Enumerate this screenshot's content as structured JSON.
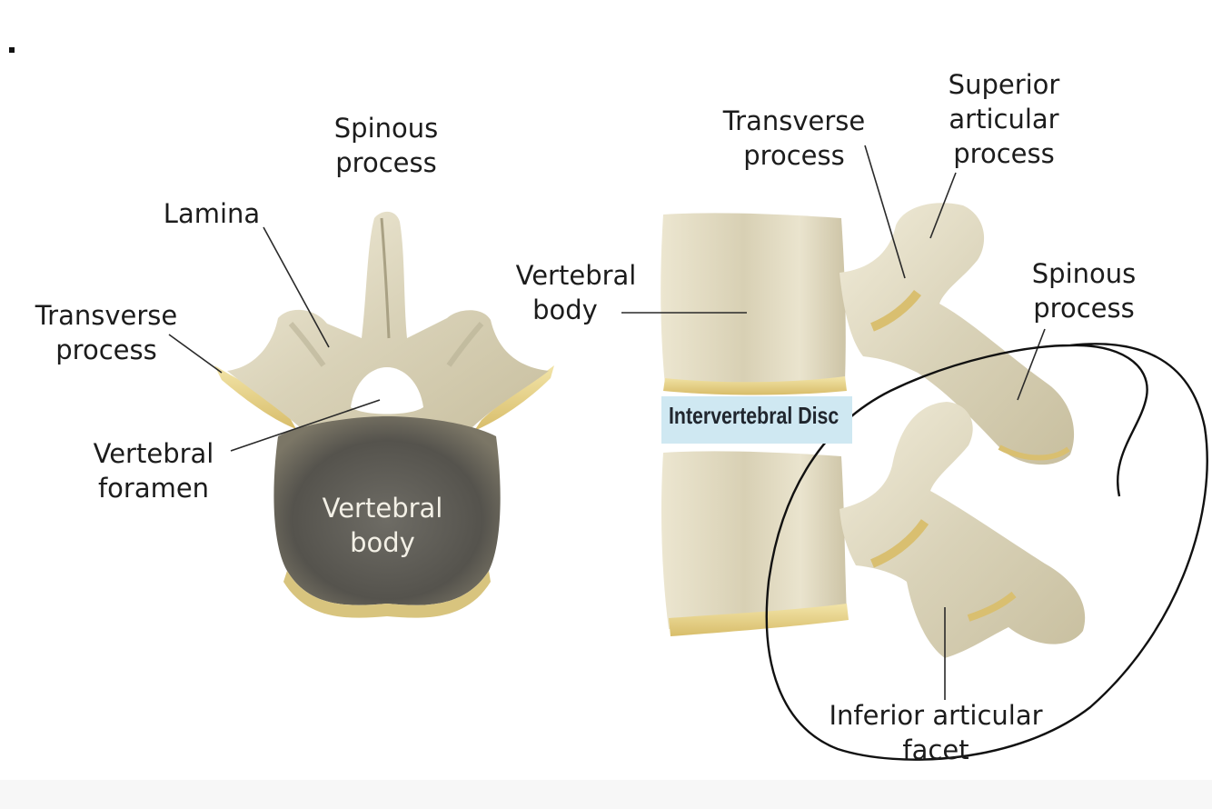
{
  "superior_view": {
    "spinous_process": [
      "Spinous",
      "process"
    ],
    "lamina": "Lamina",
    "transverse_process": [
      "Transverse",
      "process"
    ],
    "vertebral_foramen": [
      "Vertebral",
      "foramen"
    ],
    "vertebral_body": [
      "Vertebral",
      "body"
    ]
  },
  "lateral_view": {
    "transverse_process": [
      "Transverse",
      "process"
    ],
    "superior_articular_process": [
      "Superior",
      "articular",
      "process"
    ],
    "vertebral_body": [
      "Vertebral",
      "body"
    ],
    "spinous_process": [
      "Spinous",
      "process"
    ],
    "intervertebral_disc": "Intervertebral Disc",
    "inferior_articular_facet": [
      "Inferior articular",
      "facet"
    ]
  },
  "colors": {
    "bone_light": "#e8e2cc",
    "bone_mid": "#cfc7ad",
    "bone_yellow": "#e6cf86",
    "body_dark": "#585650",
    "disc_band": "#cfe8f2",
    "leader_line": "#2a2a2a",
    "annotation_ink": "#111111"
  }
}
